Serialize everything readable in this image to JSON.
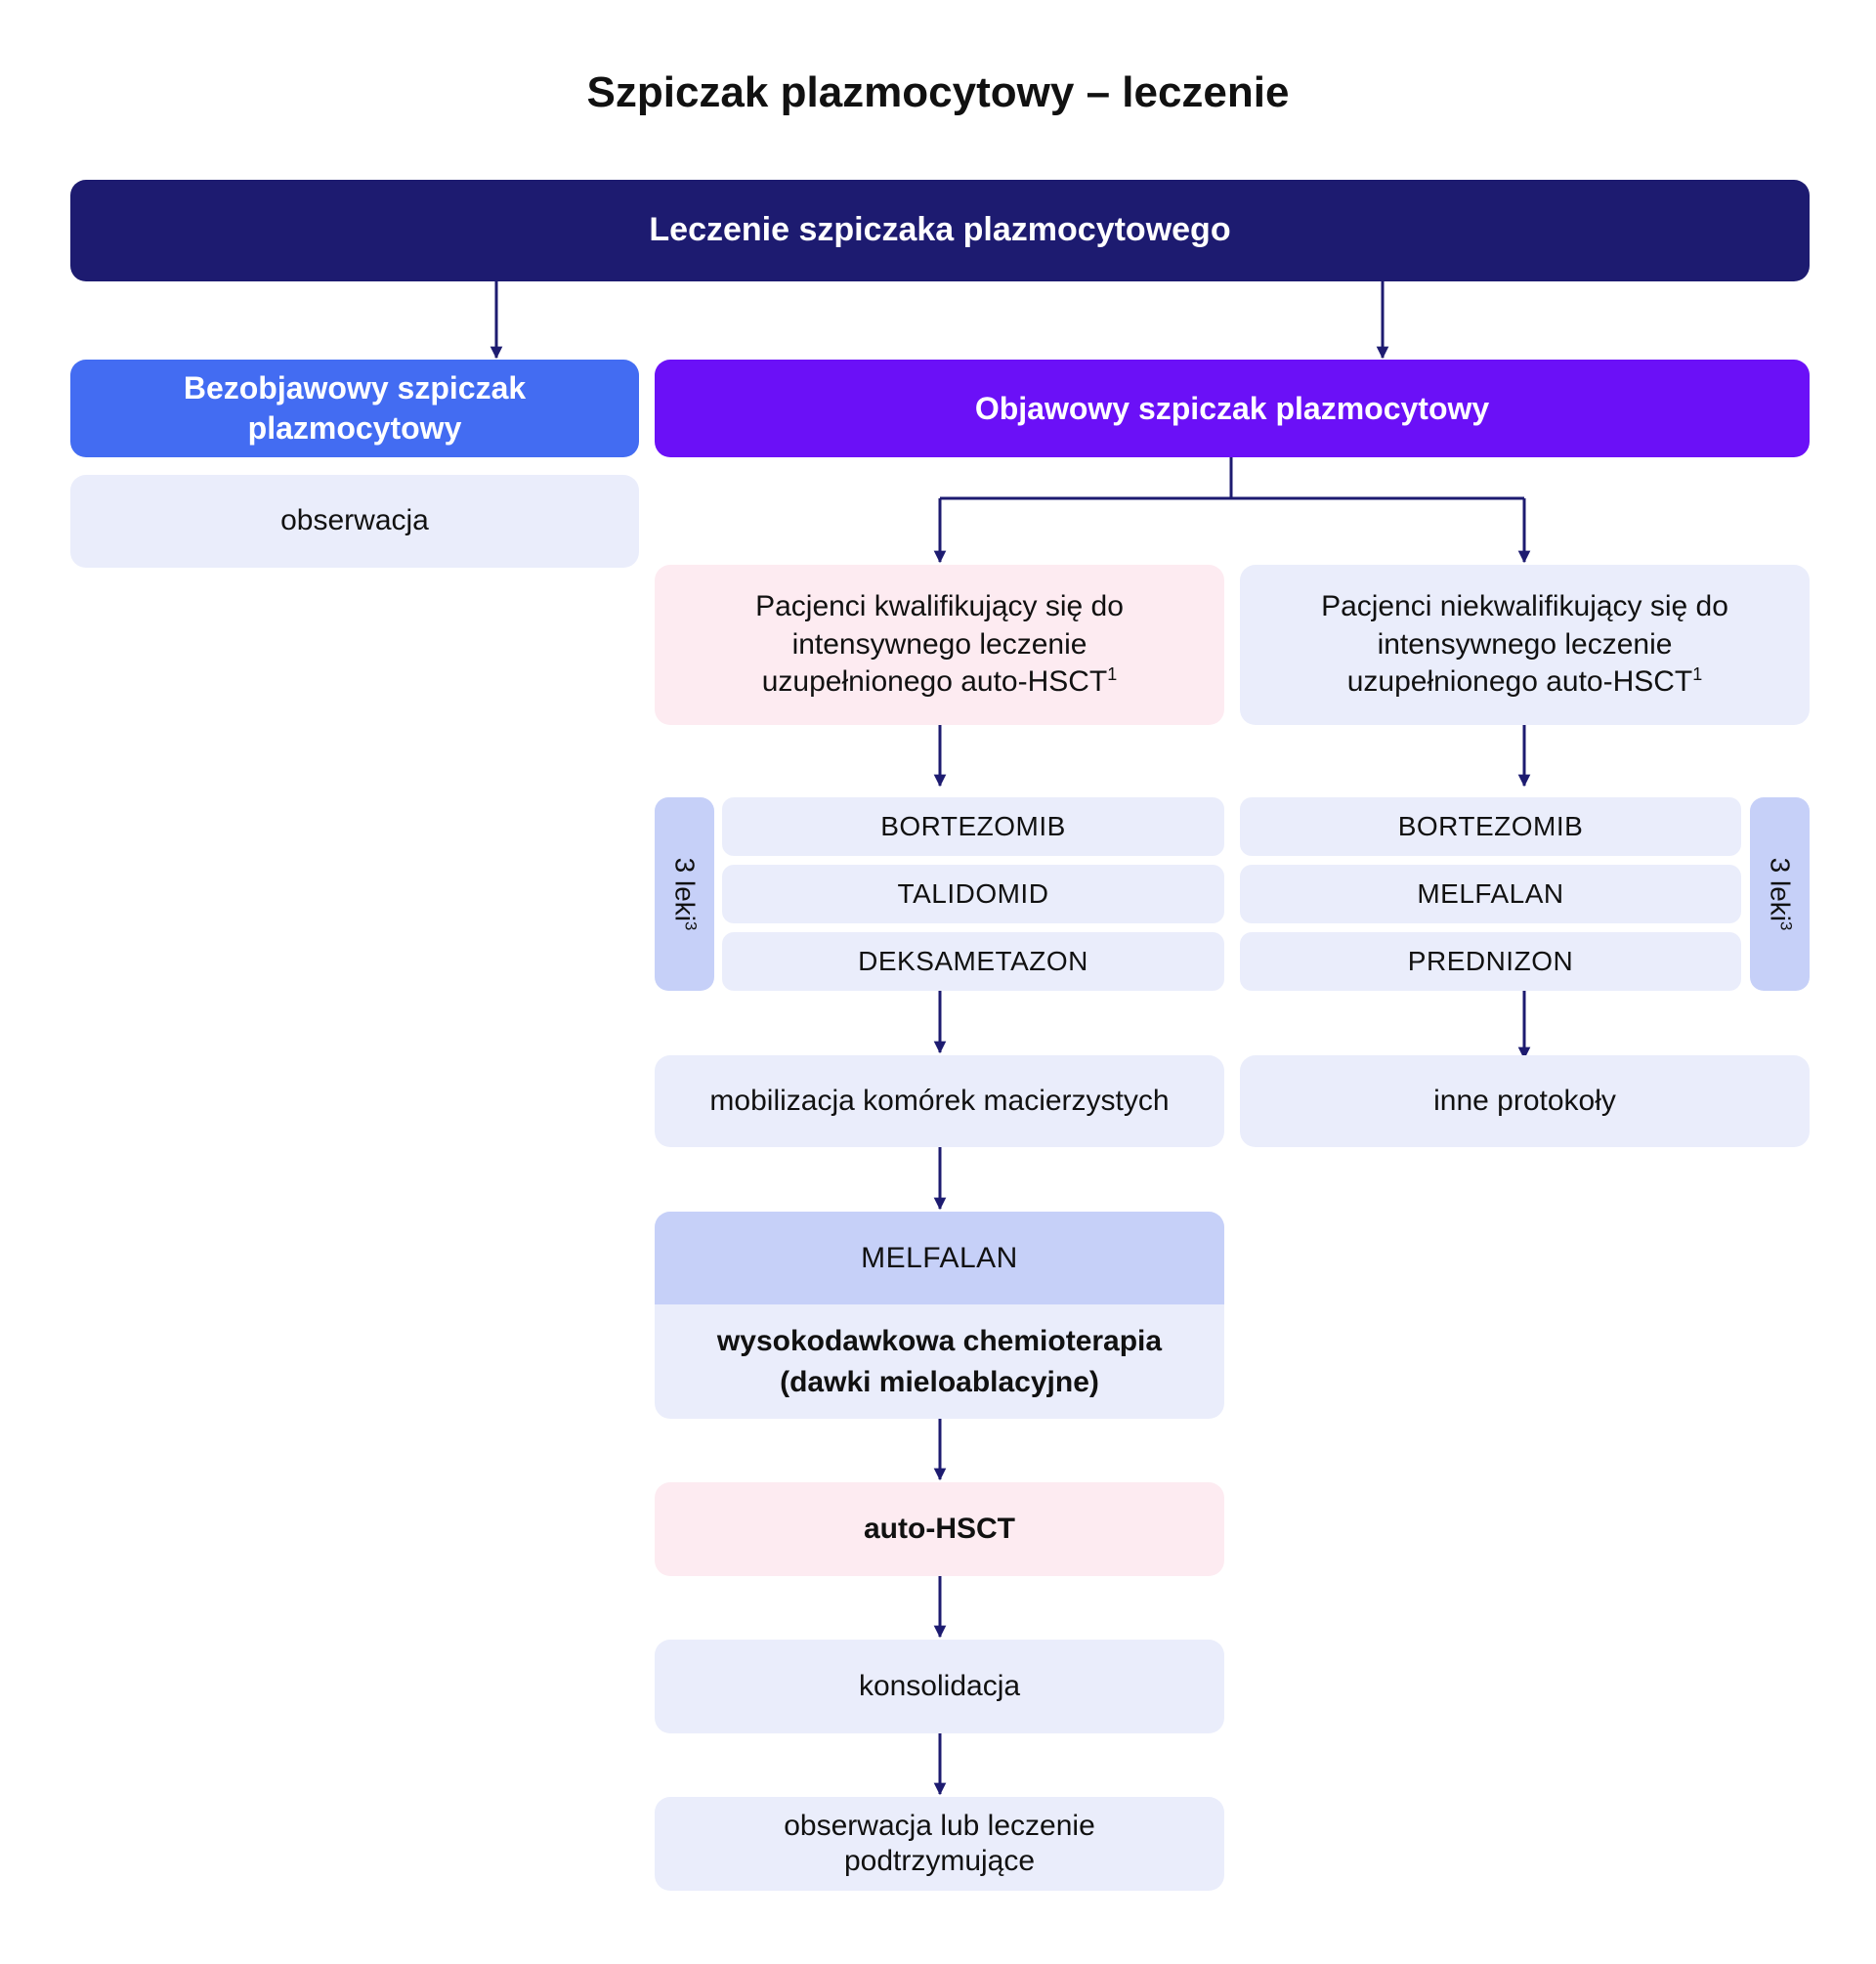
{
  "title": "Szpiczak plazmocytowy – leczenie",
  "root": "Leczenie szpiczaka plazmocytowego",
  "asymptomatic": {
    "title": "Bezobjawowy szpiczak plazmocytowy",
    "action": "obserwacja"
  },
  "symptomatic": {
    "title": "Objawowy szpiczak plazmocytowy",
    "eligible": {
      "label": "Pacjenci kwalifikujący się do intensywnego leczenie uzupełnionego auto-HSCT",
      "footnote": "1",
      "drugs_label": "3 leki",
      "drugs_footnote": "3",
      "drugs": [
        "BORTEZOMIB",
        "TALIDOMID",
        "DEKSAMETAZON"
      ],
      "steps": {
        "mobilization": "mobilizacja komórek macierzystych",
        "chemo_drug": "MELFALAN",
        "chemo_desc": "wysokodawkowa chemioterapia (dawki mieloablacyjne)",
        "transplant": "auto-HSCT",
        "consolidation": "konsolidacja",
        "maintenance": "obserwacja lub leczenie podtrzymujące"
      }
    },
    "ineligible": {
      "label": "Pacjenci niekwalifikujący się do intensywnego leczenie uzupełnionego auto-HSCT",
      "footnote": "1",
      "drugs_label": "3 leki",
      "drugs_footnote": "3",
      "drugs": [
        "BORTEZOMIB",
        "MELFALAN",
        "PREDNIZON"
      ],
      "next": "inne protokoły"
    }
  },
  "colors": {
    "navy": "#1d1b70",
    "blue": "#436cf2",
    "violet": "#6b10f7",
    "pale": "#eaedfb",
    "pink": "#fdebf1",
    "periwinkle": "#c6d0f8"
  }
}
